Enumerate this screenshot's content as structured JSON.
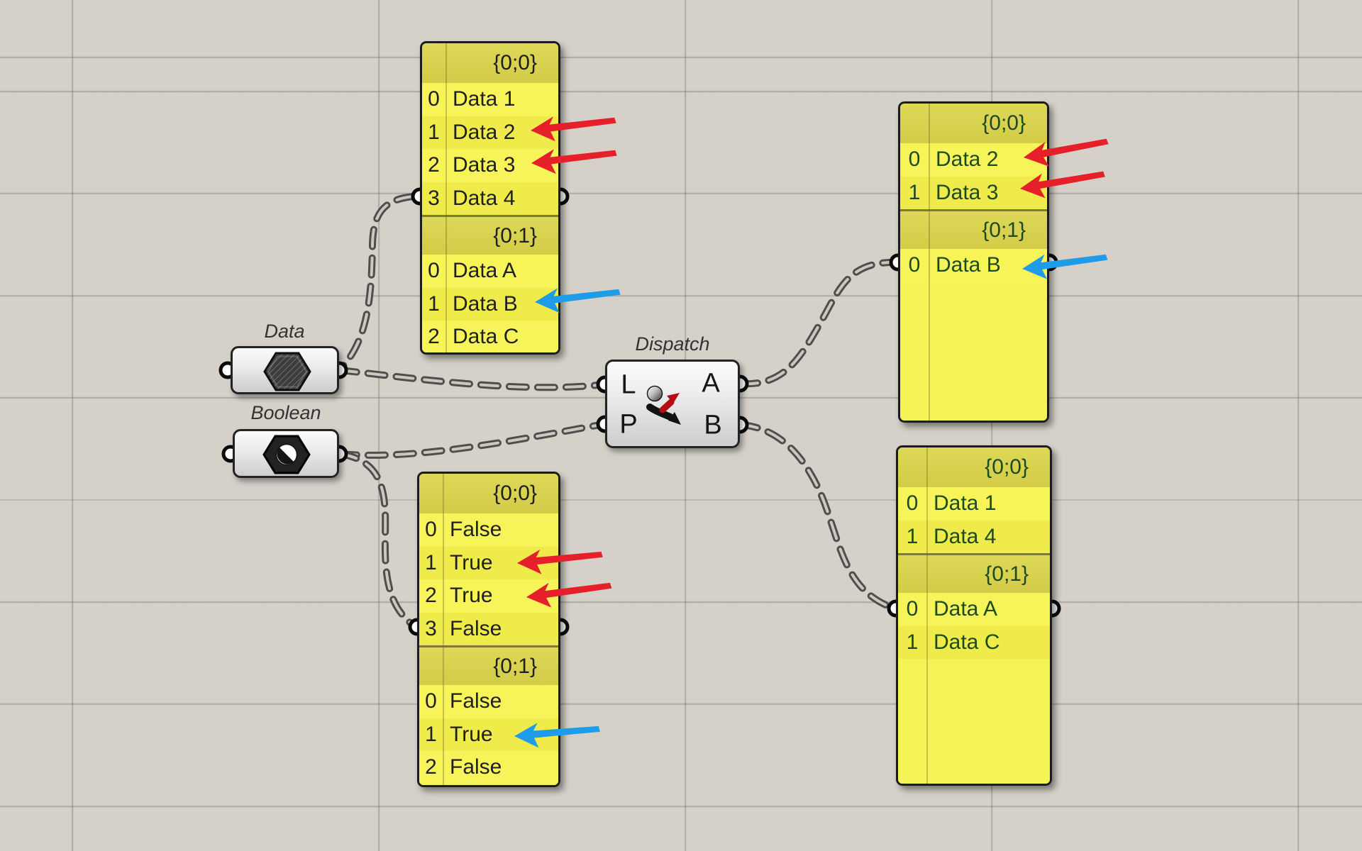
{
  "canvas": {
    "background": "#d5d1c9",
    "grid_line_color": "#bdb9b1"
  },
  "components": {
    "data_param": {
      "label": "Data",
      "icon": "hexagon-hatched-icon"
    },
    "boolean_param": {
      "label": "Boolean",
      "icon": "hexagon-boolean-icon"
    },
    "dispatch": {
      "label": "Dispatch",
      "icon": "dispatch-split-arrows-icon",
      "inputs": [
        {
          "letter": "L"
        },
        {
          "letter": "P"
        }
      ],
      "outputs": [
        {
          "letter": "A"
        },
        {
          "letter": "B"
        }
      ]
    }
  },
  "panels": {
    "top_left": {
      "text_color": "#1f1f1f",
      "sections": [
        {
          "path": "{0;0}",
          "items": [
            {
              "i": "0",
              "v": "Data 1"
            },
            {
              "i": "1",
              "v": "Data 2"
            },
            {
              "i": "2",
              "v": "Data 3"
            },
            {
              "i": "3",
              "v": "Data 4"
            }
          ]
        },
        {
          "path": "{0;1}",
          "items": [
            {
              "i": "0",
              "v": "Data A"
            },
            {
              "i": "1",
              "v": "Data B"
            },
            {
              "i": "2",
              "v": "Data C"
            }
          ]
        }
      ]
    },
    "top_right": {
      "text_color": "#1d4a21",
      "sections": [
        {
          "path": "{0;0}",
          "items": [
            {
              "i": "0",
              "v": "Data 2"
            },
            {
              "i": "1",
              "v": "Data 3"
            }
          ]
        },
        {
          "path": "{0;1}",
          "items": [
            {
              "i": "0",
              "v": "Data B"
            }
          ]
        }
      ]
    },
    "bottom_left": {
      "text_color": "#1f1f1f",
      "sections": [
        {
          "path": "{0;0}",
          "items": [
            {
              "i": "0",
              "v": "False"
            },
            {
              "i": "1",
              "v": "True"
            },
            {
              "i": "2",
              "v": "True"
            },
            {
              "i": "3",
              "v": "False"
            }
          ]
        },
        {
          "path": "{0;1}",
          "items": [
            {
              "i": "0",
              "v": "False"
            },
            {
              "i": "1",
              "v": "True"
            },
            {
              "i": "2",
              "v": "False"
            }
          ]
        }
      ]
    },
    "bottom_right": {
      "text_color": "#1d4a21",
      "sections": [
        {
          "path": "{0;0}",
          "items": [
            {
              "i": "0",
              "v": "Data 1"
            },
            {
              "i": "1",
              "v": "Data 4"
            }
          ]
        },
        {
          "path": "{0;1}",
          "items": [
            {
              "i": "0",
              "v": "Data A"
            },
            {
              "i": "1",
              "v": "Data C"
            }
          ]
        }
      ]
    }
  },
  "annotations": {
    "red_arrow_color": "#e5202b",
    "blue_arrow_color": "#1f9ce9",
    "red_arrows_point_at": [
      "Data 2",
      "Data 3",
      "Data 2",
      "Data 3",
      "True",
      "True"
    ],
    "blue_arrows_point_at": [
      "Data B",
      "Data B",
      "True"
    ]
  },
  "wires": {
    "style": "dashed",
    "color": "#4e4e4e"
  }
}
